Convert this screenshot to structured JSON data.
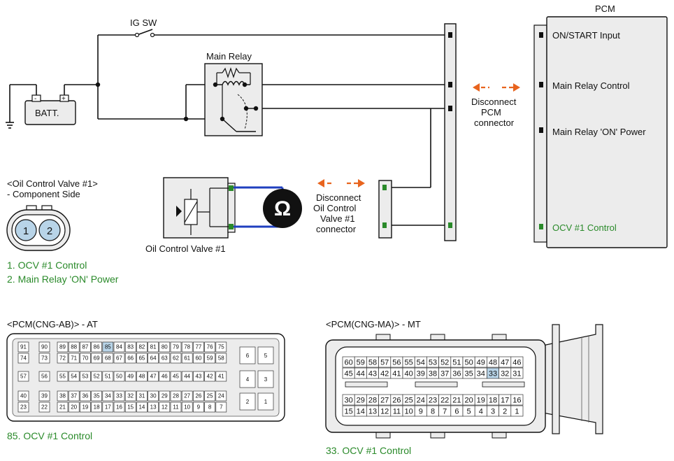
{
  "colors": {
    "green_text": "#2a8a2a",
    "arrow_orange": "#e8641e",
    "wire_blue": "#1f3fbf",
    "pin_highlight": "#b8d4e8",
    "box_fill": "#ececec",
    "pcm_fill": "#ececec",
    "line": "#111111"
  },
  "circuit": {
    "ig_sw": "IG SW",
    "main_relay": "Main Relay",
    "battery": "BATT.",
    "batt_minus": "-",
    "batt_plus": "+",
    "pcm_title": "PCM",
    "pcm_pins": [
      "ON/START Input",
      "Main Relay Control",
      "Main Relay 'ON' Power",
      "OCV #1 Control"
    ],
    "disconnect_pcm": [
      "Disconnect",
      "PCM",
      "connector"
    ],
    "disconnect_ocv": [
      "Disconnect",
      "Oil Control",
      "Valve #1",
      "connector"
    ],
    "ohm_symbol": "Ω",
    "ocv_label": "Oil Control Valve #1"
  },
  "ocv_component": {
    "title": [
      "<Oil Control Valve #1>",
      "- Component Side"
    ],
    "pins": [
      "1",
      "2"
    ],
    "legend": [
      "1. OCV #1 Control",
      "2. Main Relay 'ON' Power"
    ]
  },
  "pcm_ab": {
    "title": "<PCM(CNG-AB)> - AT",
    "highlight": "85",
    "note": "85. OCV #1 Control",
    "rows": [
      [
        "91",
        "90",
        "89",
        "88",
        "87",
        "86",
        "85",
        "84",
        "83",
        "82",
        "81",
        "80",
        "79",
        "78",
        "77",
        "76",
        "75"
      ],
      [
        "74",
        "73",
        "72",
        "71",
        "70",
        "69",
        "68",
        "67",
        "66",
        "65",
        "64",
        "63",
        "62",
        "61",
        "60",
        "59",
        "58"
      ],
      [
        "57",
        "56",
        "55",
        "54",
        "53",
        "52",
        "51",
        "50",
        "49",
        "48",
        "47",
        "46",
        "45",
        "44",
        "43",
        "42",
        "41"
      ],
      [
        "40",
        "39",
        "38",
        "37",
        "36",
        "35",
        "34",
        "33",
        "32",
        "31",
        "30",
        "29",
        "28",
        "27",
        "26",
        "25",
        "24"
      ],
      [
        "23",
        "22",
        "21",
        "20",
        "19",
        "18",
        "17",
        "16",
        "15",
        "14",
        "13",
        "12",
        "11",
        "10",
        "9",
        "8",
        "7"
      ]
    ],
    "right_pins": [
      [
        "6",
        "5"
      ],
      [
        "4",
        "3"
      ],
      [
        "2",
        "1"
      ]
    ]
  },
  "pcm_ma": {
    "title": "<PCM(CNG-MA)> - MT",
    "highlight": "33",
    "note": "33. OCV #1 Control",
    "rows": [
      [
        "60",
        "59",
        "58",
        "57",
        "56",
        "55",
        "54",
        "53",
        "52",
        "51",
        "50",
        "49",
        "48",
        "47",
        "46"
      ],
      [
        "45",
        "44",
        "43",
        "42",
        "41",
        "40",
        "39",
        "38",
        "37",
        "36",
        "35",
        "34",
        "33",
        "32",
        "31"
      ],
      [
        "30",
        "29",
        "28",
        "27",
        "26",
        "25",
        "24",
        "23",
        "22",
        "21",
        "20",
        "19",
        "18",
        "17",
        "16"
      ],
      [
        "15",
        "14",
        "13",
        "12",
        "11",
        "10",
        "9",
        "8",
        "7",
        "6",
        "5",
        "4",
        "3",
        "2",
        "1"
      ]
    ]
  }
}
